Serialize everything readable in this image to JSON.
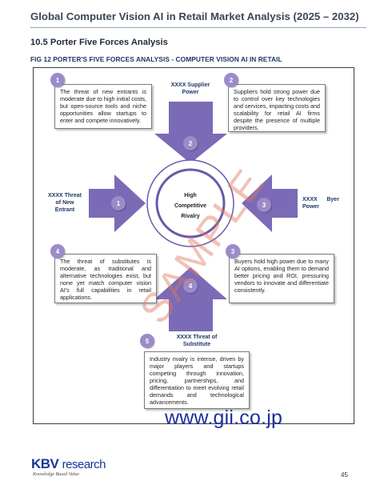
{
  "header": {
    "title": "Global Computer Vision AI in Retail Market Analysis (2025 – 2032)",
    "section": "10.5 Porter Five Forces Analysis",
    "figure_caption": "FIG 12  PORTER'S FIVE FORCES ANALYSIS -  COMPUTER VISION AI IN RETAIL"
  },
  "diagram": {
    "center": {
      "line1": "High",
      "line2": "Competitive",
      "line3": "Rivalry"
    },
    "forces": {
      "supplier": {
        "badge": "2",
        "line1": "XXXX Supplier",
        "line2": "Power"
      },
      "new_entrant": {
        "badge": "1",
        "line1": "XXXX Threat",
        "line2": "of New",
        "line3": "Entrant"
      },
      "buyer": {
        "badge": "3",
        "line1": "XXXX",
        "line2": "Byer",
        "line3": "Power"
      },
      "substitute": {
        "badge": "4",
        "line1": "XXXX Threat of",
        "line2": "Substitute"
      }
    },
    "boxes": [
      {
        "badge": "1",
        "text": "The threat of new entrants is moderate due to high initial costs, but open-source tools and niche opportunities allow startups to enter and compete innovatively."
      },
      {
        "badge": "2",
        "text": "Suppliers hold strong power due to control over key technologies and services, impacting costs and scalability for retail AI firms despite the presence of multiple providers."
      },
      {
        "badge": "4",
        "text": "The threat of substitutes is moderate, as traditional and alternative technologies exist, but none yet match computer vision AI's full capabilities in retail applications."
      },
      {
        "badge": "3",
        "text": "Buyers hold high power due to many AI options, enabling them to demand better pricing and ROI, pressuring vendors to innovate and differentiate consistently."
      },
      {
        "badge": "5",
        "text": "Industry rivalry is intense, driven by major players and startups competing through innovation, pricing, partnerships, and differentiation to meet evolving retail demands and technological advancements."
      }
    ]
  },
  "watermarks": {
    "sample": "SAMPLE",
    "url": "www.gii.co.jp"
  },
  "footer": {
    "logo_brand": "KBV",
    "logo_suffix": "research",
    "logo_tagline": "Knowledge Based Value",
    "page_number": "45"
  },
  "colors": {
    "arrow_fill": "#7b6bb6",
    "badge_fill": "#9b8bc9",
    "ring": "#6a5aa8",
    "title": "#3a4658",
    "caption": "#1f3864"
  },
  "icons": [
    "arrow-down-shape",
    "arrow-right-shape",
    "arrow-left-shape",
    "arrow-up-shape"
  ]
}
